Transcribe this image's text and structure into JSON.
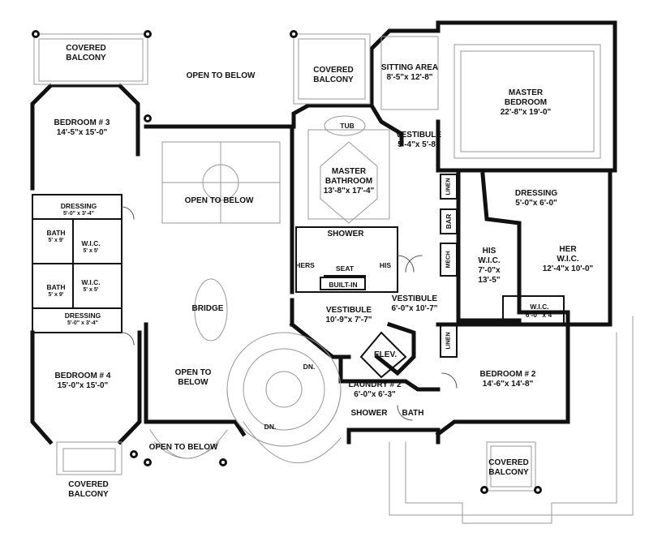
{
  "plan": {
    "rooms": [
      {
        "id": "covered-balcony-top-left",
        "name": "COVERED\nBALCONY",
        "dims": ""
      },
      {
        "id": "open-below-top",
        "name": "OPEN TO BELOW",
        "dims": ""
      },
      {
        "id": "covered-balcony-top-mid",
        "name": "COVERED\nBALCONY",
        "dims": ""
      },
      {
        "id": "sitting-area",
        "name": "SITTING AREA",
        "dims": "8'-5\"x 12'-8\""
      },
      {
        "id": "master-bedroom",
        "name": "MASTER\nBEDROOM",
        "dims": "22'-8\"x 19'-0\""
      },
      {
        "id": "bedroom-3",
        "name": "BEDROOM # 3",
        "dims": "14'-5\"x 15'-0\""
      },
      {
        "id": "tub",
        "name": "TUB",
        "dims": ""
      },
      {
        "id": "vestibule-top",
        "name": "VESTIBULE",
        "dims": "5'-4\"x 5'-8\""
      },
      {
        "id": "master-bathroom",
        "name": "MASTER\nBATHROOM",
        "dims": "13'-8\"x 17'-4\""
      },
      {
        "id": "open-below-center",
        "name": "OPEN TO BELOW",
        "dims": ""
      },
      {
        "id": "dressing-master",
        "name": "DRESSING",
        "dims": "5'-0\"x 6'-0\""
      },
      {
        "id": "dressing-upper",
        "name": "DRESSING",
        "dims": "5'-0\" x 3'-4\""
      },
      {
        "id": "bath-upper",
        "name": "BATH",
        "dims": "5' x 9'"
      },
      {
        "id": "wic-upper",
        "name": "W.I.C.",
        "dims": "5' x 5'"
      },
      {
        "id": "shower-master",
        "name": "SHOWER",
        "dims": ""
      },
      {
        "id": "his-wic",
        "name": "HIS\nW.I.C.",
        "dims": "7'-0\"x\n13'-5\""
      },
      {
        "id": "her-wic",
        "name": "HER\nW.I.C.",
        "dims": "12'-4\"x 10'-0\""
      },
      {
        "id": "hers",
        "name": "HERS",
        "dims": ""
      },
      {
        "id": "seat",
        "name": "SEAT",
        "dims": ""
      },
      {
        "id": "his",
        "name": "HIS",
        "dims": ""
      },
      {
        "id": "built-in",
        "name": "BUILT-IN",
        "dims": ""
      },
      {
        "id": "bath-lower",
        "name": "BATH",
        "dims": "5' x 9'"
      },
      {
        "id": "wic-lower",
        "name": "W.I.C.",
        "dims": "5' x 5'"
      },
      {
        "id": "dressing-lower",
        "name": "DRESSING",
        "dims": "5'-0\" x 3'-4\""
      },
      {
        "id": "bridge",
        "name": "BRIDGE",
        "dims": ""
      },
      {
        "id": "vestibule-center",
        "name": "VESTIBULE",
        "dims": "10'-9\"x 7'-7\""
      },
      {
        "id": "vestibule-right",
        "name": "VESTIBULE",
        "dims": "6'-0\"x 10'-7\""
      },
      {
        "id": "wic-small",
        "name": "W.I.C.",
        "dims": "6'-0\" x 4'"
      },
      {
        "id": "elev",
        "name": "ELEV.",
        "dims": ""
      },
      {
        "id": "bedroom-4",
        "name": "BEDROOM # 4",
        "dims": "15'-0\"x 15'-0\""
      },
      {
        "id": "open-below-stair",
        "name": "OPEN TO\nBELOW",
        "dims": ""
      },
      {
        "id": "laundry-2",
        "name": "LAUNDRY # 2",
        "dims": "6'-0\"x 6'-3\""
      },
      {
        "id": "bedroom-2",
        "name": "BEDROOM # 2",
        "dims": "14'-6\"x 14'-8\""
      },
      {
        "id": "shower-lower",
        "name": "SHOWER",
        "dims": ""
      },
      {
        "id": "bath-bedroom2",
        "name": "BATH",
        "dims": ""
      },
      {
        "id": "open-below-bottom",
        "name": "OPEN TO BELOW",
        "dims": ""
      },
      {
        "id": "covered-balcony-bottom-left",
        "name": "COVERED\nBALCONY",
        "dims": ""
      },
      {
        "id": "covered-balcony-bottom-right",
        "name": "COVERED\nBALCONY",
        "dims": ""
      }
    ],
    "markers": {
      "dn_upper": "DN.",
      "dn_lower": "DN.",
      "linen_top": "LINEN",
      "bar": "BAR",
      "mech": "MECH",
      "linen_bottom": "LINEN"
    }
  }
}
